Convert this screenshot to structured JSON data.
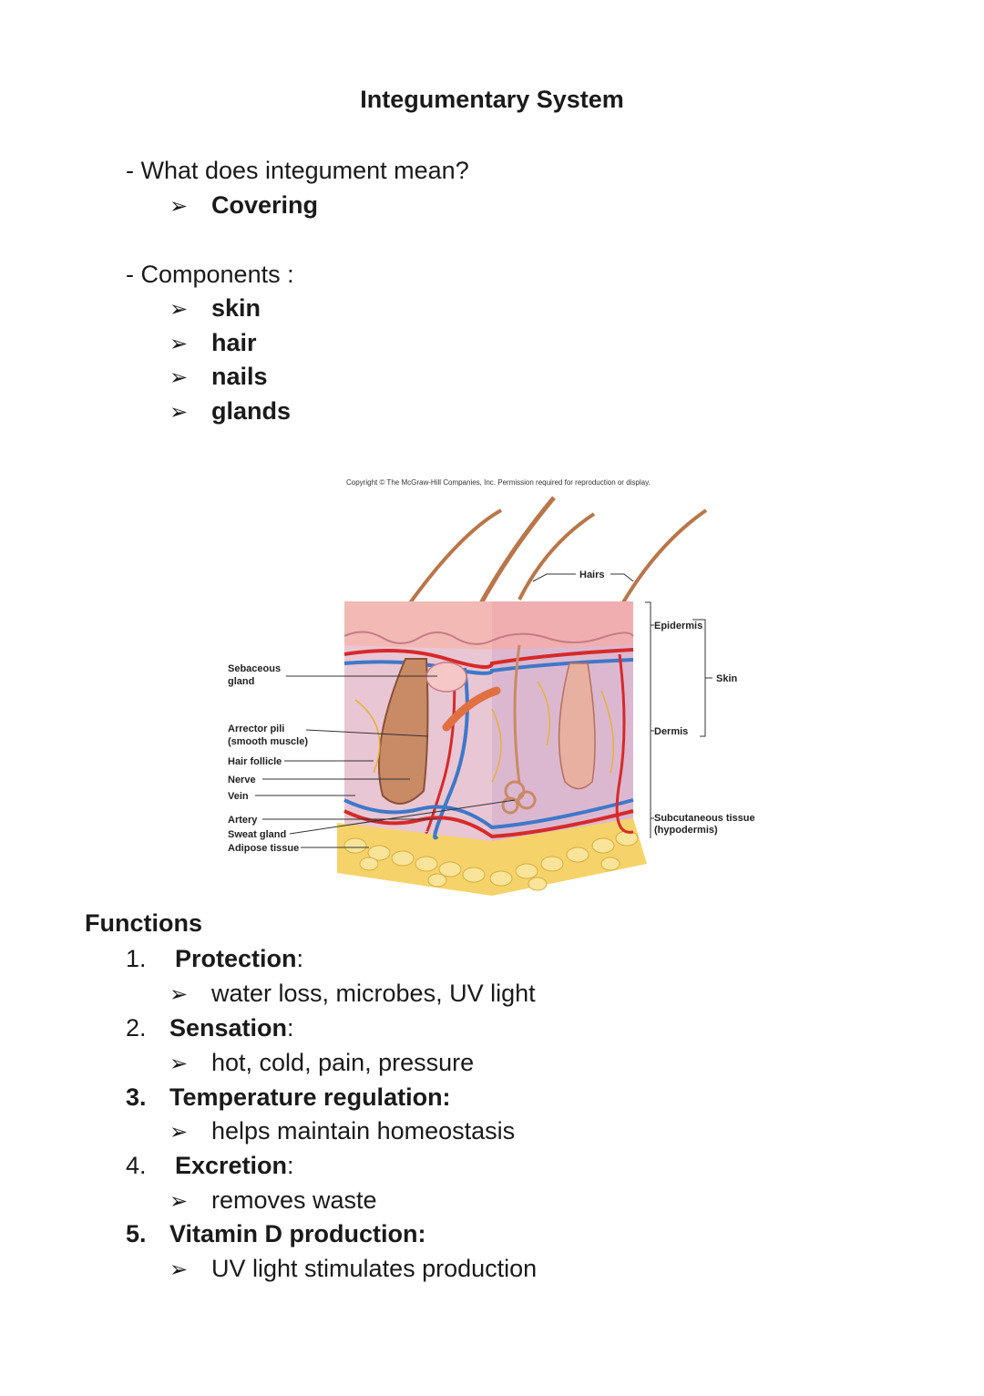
{
  "title": "Integumentary System",
  "question": {
    "text": "- What does integument mean?",
    "answer": "Covering"
  },
  "components": {
    "heading": "- Components :",
    "items": [
      "skin",
      "hair",
      "nails",
      "glands"
    ]
  },
  "figure": {
    "copyright": "Copyright © The McGraw-Hill Companies, Inc. Permission required for reproduction or display.",
    "labels": {
      "hairs": "Hairs",
      "epidermis": "Epidermis",
      "skin": "Skin",
      "dermis": "Dermis",
      "subcutaneous_1": "Subcutaneous tissue",
      "subcutaneous_2": "(hypodermis)",
      "sebaceous_1": "Sebaceous",
      "sebaceous_2": "gland",
      "arrector_1": "Arrector pili",
      "arrector_2": "(smooth muscle)",
      "hair_follicle": "Hair follicle",
      "nerve": "Nerve",
      "vein": "Vein",
      "artery": "Artery",
      "sweat_gland": "Sweat gland",
      "adipose": "Adipose tissue"
    },
    "colors": {
      "epidermis": "#f2b9b5",
      "dermis": "#e9c6d3",
      "adipose": "#f5d36a",
      "artery": "#d62a2a",
      "vein": "#3e78c9",
      "hair": "#b8764a"
    }
  },
  "functions": {
    "heading": "Functions",
    "items": [
      {
        "number": "1.",
        "name": "Protection",
        "suffix": ":",
        "detail": "water loss, microbes, UV light"
      },
      {
        "number": "2.",
        "name": "Sensation",
        "suffix": ":",
        "detail": "hot, cold, pain, pressure"
      },
      {
        "number": "3.",
        "name": "Temperature regulation:",
        "suffix": "",
        "detail": "helps maintain homeostasis"
      },
      {
        "number": "4.",
        "name": "Excretion",
        "suffix": ":",
        "detail": "removes waste"
      },
      {
        "number": "5.",
        "name": "Vitamin D production:",
        "suffix": "",
        "detail": "UV light stimulates production"
      }
    ]
  }
}
